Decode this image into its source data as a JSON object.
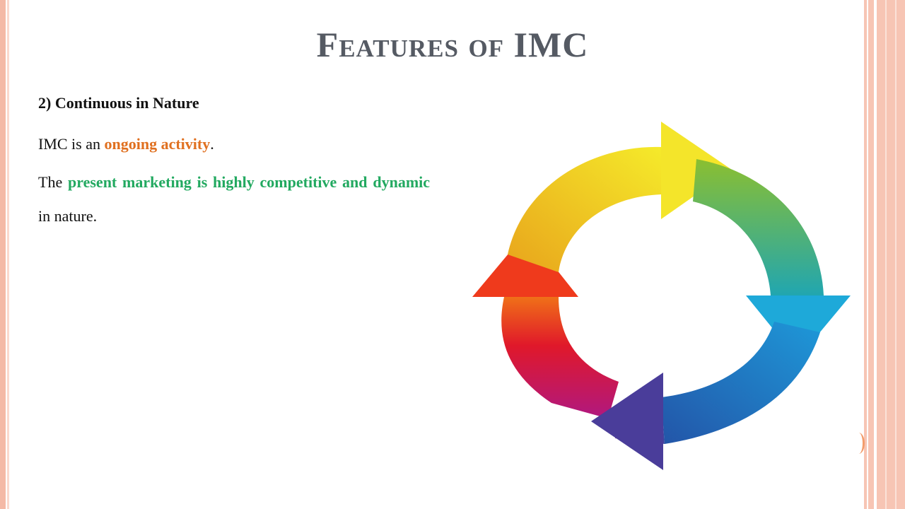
{
  "slide": {
    "title": "Features of IMC",
    "heading": "2) Continuous in Nature",
    "para1": {
      "prefix": "IMC is an ",
      "highlight": "ongoing activity",
      "suffix": "."
    },
    "para2": {
      "prefix": "The ",
      "highlight1": "present marketing is highly competitive and",
      "space": " ",
      "highlight2": "dynamic",
      "suffix": " in nature."
    },
    "colors": {
      "title": "#555a63",
      "orange_highlight": "#e07020",
      "green_highlight": "#22a960",
      "border": "#f4b9a6"
    }
  },
  "graphic": {
    "name": "circular-arrows-cycle",
    "arrows": [
      {
        "name": "yellow-arrow",
        "color": "#f2e22a"
      },
      {
        "name": "green-arrow",
        "color": "#7ab735"
      },
      {
        "name": "blue-arrow",
        "color": "#1e90d6"
      },
      {
        "name": "purple-arrow",
        "color": "#4a3d9a"
      },
      {
        "name": "red-arrow",
        "color": "#e3162a"
      }
    ]
  }
}
